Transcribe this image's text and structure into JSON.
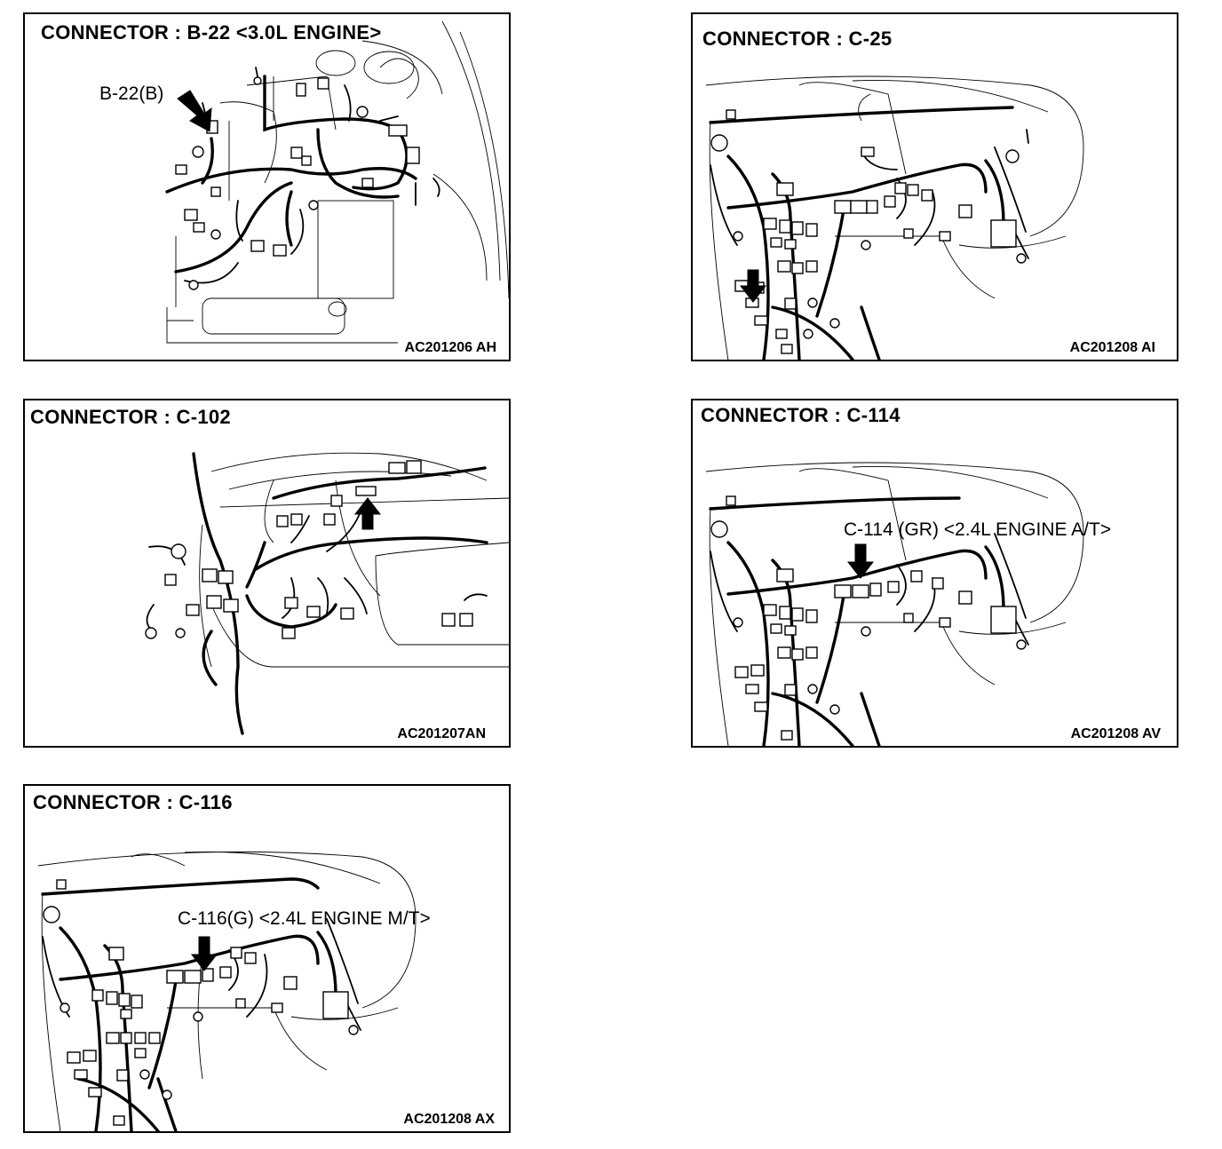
{
  "panels": [
    {
      "title": "CONNECTOR : B-22 <3.0L ENGINE>",
      "callout": "B-22(B)",
      "code": "AC201206 AH"
    },
    {
      "title": "CONNECTOR : C-25",
      "callout": "",
      "code": "AC201208 AI"
    },
    {
      "title": "CONNECTOR : C-102",
      "callout": "",
      "code": "AC201207AN"
    },
    {
      "title": "CONNECTOR : C-114",
      "callout": "C-114 (GR) <2.4L ENGINE A/T>",
      "code": "AC201208 AV"
    },
    {
      "title": "CONNECTOR : C-116",
      "callout": "C-116(G) <2.4L ENGINE M/T>",
      "code": "AC201208 AX"
    }
  ]
}
